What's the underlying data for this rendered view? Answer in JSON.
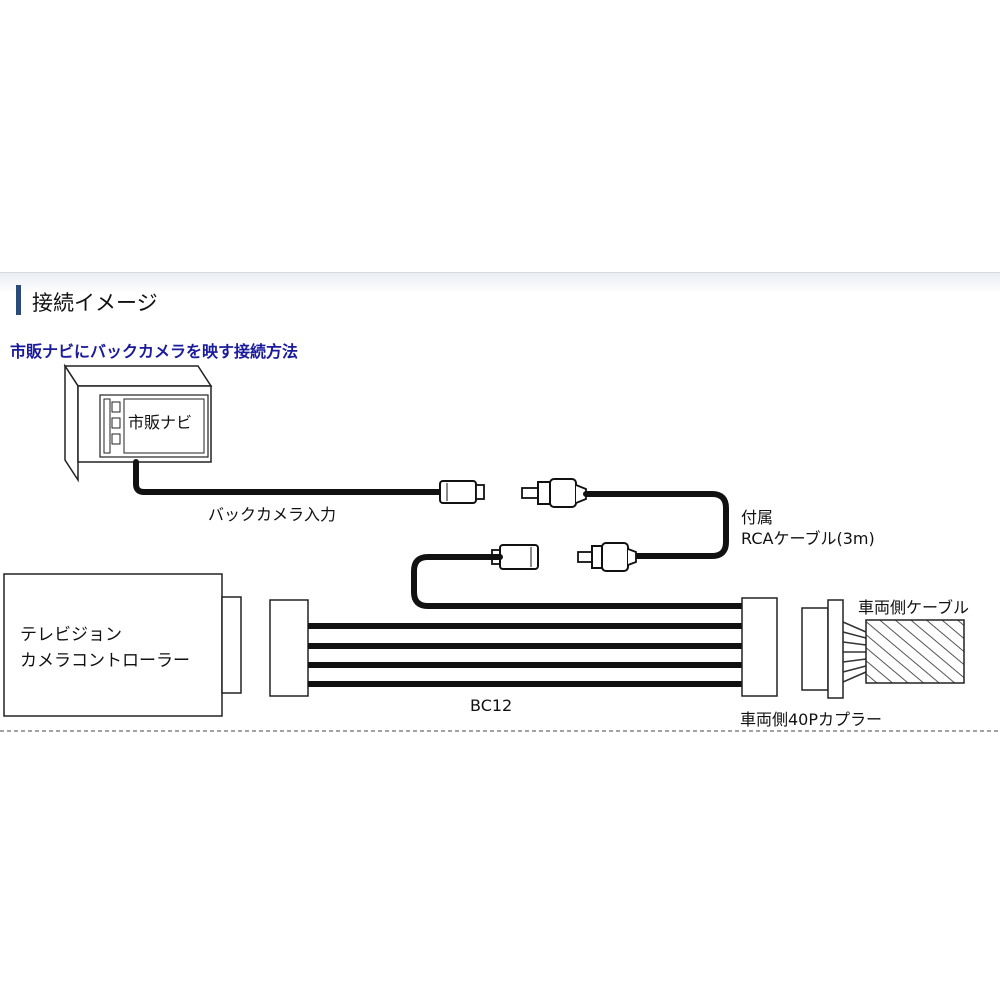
{
  "header": {
    "title": "接続イメージ"
  },
  "subtitle": "市販ナビにバックカメラを映す接続方法",
  "labels": {
    "navi": "市販ナビ",
    "camera_input": "バックカメラ入力",
    "rca_cable_line1": "付属",
    "rca_cable_line2": "RCAケーブル(3m)",
    "controller_line1": "テレビジョン",
    "controller_line2": "カメラコントローラー",
    "bc12": "BC12",
    "vehicle_cable": "車両側ケーブル",
    "vehicle_coupler": "車両側40Pカプラー"
  }
}
